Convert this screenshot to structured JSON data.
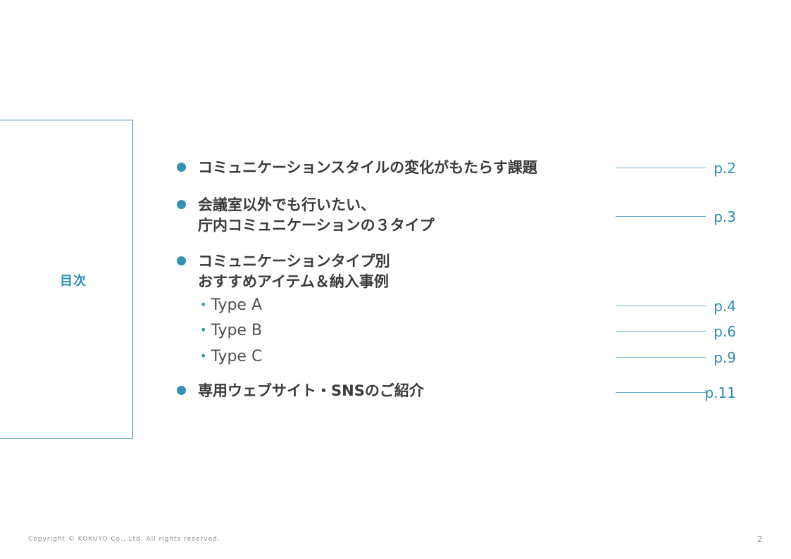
{
  "toc_heading": "目次",
  "entries": [
    {
      "lines": [
        "コミュニケーションスタイルの変化がもたらす課題"
      ],
      "page": "p.2"
    },
    {
      "lines": [
        "会議室以外でも行いたい、",
        "庁内コミュニケーションの３タイプ"
      ],
      "page": "p.3"
    },
    {
      "lines": [
        "コミュニケーションタイプ別",
        "おすすめアイテム＆納入事例"
      ],
      "subitems": [
        {
          "label": "Type A",
          "page": "p.4"
        },
        {
          "label": "Type B",
          "page": "p.6"
        },
        {
          "label": "Type C",
          "page": "p.9"
        }
      ]
    },
    {
      "lines": [
        "専用ウェブサイト・SNSのご紹介"
      ],
      "page": "p.11"
    }
  ],
  "footer": {
    "copyright": "Copyright © KOKUYO Co., Ltd. All rights reserved.",
    "page_number": "2"
  },
  "colors": {
    "accent": "#3491b1",
    "text": "#3b3b3b"
  }
}
